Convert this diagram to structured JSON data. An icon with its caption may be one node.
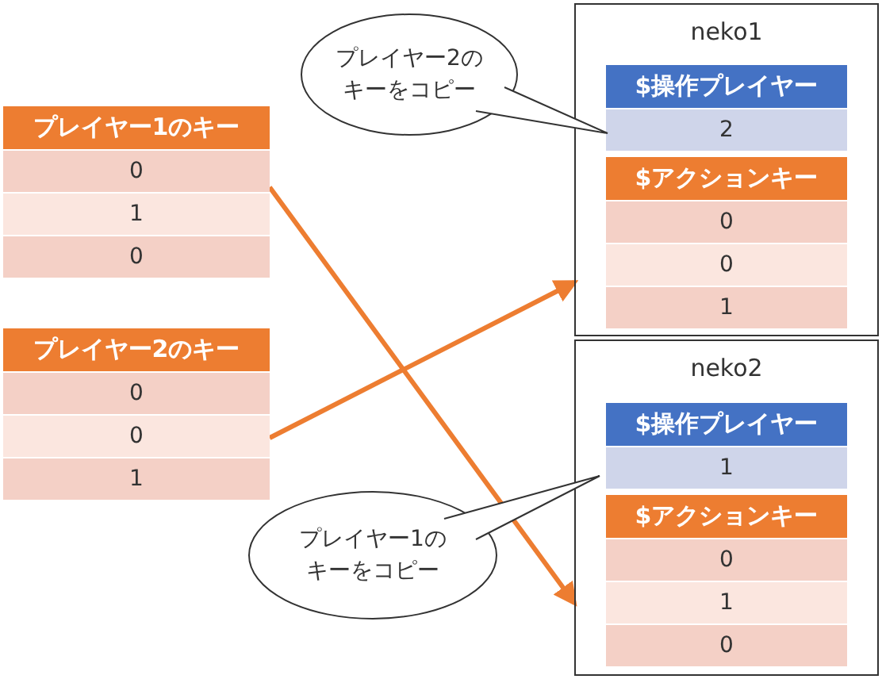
{
  "diagram": {
    "nodes": [
      {
        "text": [
          "プレイヤー1のキー",
          "0",
          "1",
          "0"
        ]
      },
      {
        "text": [
          "プレイヤー2のキー",
          "0",
          "0",
          "1"
        ]
      },
      {
        "text": [
          "neko1"
        ]
      },
      {
        "text": [
          "$操作プレイヤー",
          "2"
        ],
        "in": 2
      },
      {
        "text": [
          "$アクションキー",
          "0",
          "0",
          "1"
        ],
        "in": 2
      },
      {
        "text": [
          "neko2"
        ]
      },
      {
        "text": [
          "$操作プレイヤー",
          "1"
        ],
        "in": 5
      },
      {
        "text": [
          "$アクションキー",
          "0",
          "1",
          "0"
        ],
        "in": 5
      },
      {
        "text": [
          "プレイヤー2のキーをコピー"
        ]
      },
      {
        "text": [
          "プレイヤー1のキーをコピー"
        ]
      }
    ],
    "edges": [
      {
        "from": 0,
        "to": 5,
        "arrow": "to"
      },
      {
        "from": 1,
        "to": 2,
        "arrow": "to"
      }
    ]
  }
}
